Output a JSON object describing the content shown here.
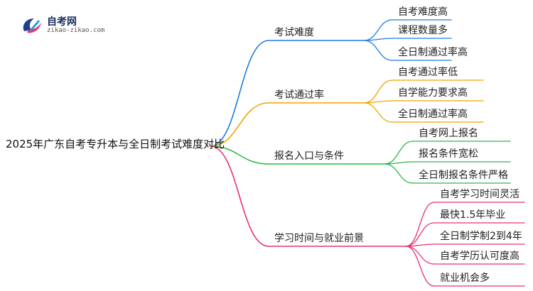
{
  "logo": {
    "name": "自考网",
    "domain": "zikao-zikao.com"
  },
  "root": {
    "label": "2025年广东自考专升本与全日制考试难度对比"
  },
  "branches": [
    {
      "label": "考试难度",
      "color": "#1e7be0",
      "children": [
        "自考难度高",
        "课程数量多",
        "全日制通过率高"
      ]
    },
    {
      "label": "考试通过率",
      "color": "#f0a500",
      "children": [
        "自考通过率低",
        "自学能力要求高",
        "全日制通过率高"
      ]
    },
    {
      "label": "报名入口与条件",
      "color": "#2db84a",
      "children": [
        "自考网上报名",
        "报名条件宽松",
        "全日制报名条件严格"
      ]
    },
    {
      "label": "学习时间与就业前景",
      "color": "#e8336d",
      "children": [
        "自考学习时间灵活",
        "最快1.5年毕业",
        "全日制学制2到4年",
        "自考学历认可度高",
        "就业机会多"
      ]
    }
  ]
}
